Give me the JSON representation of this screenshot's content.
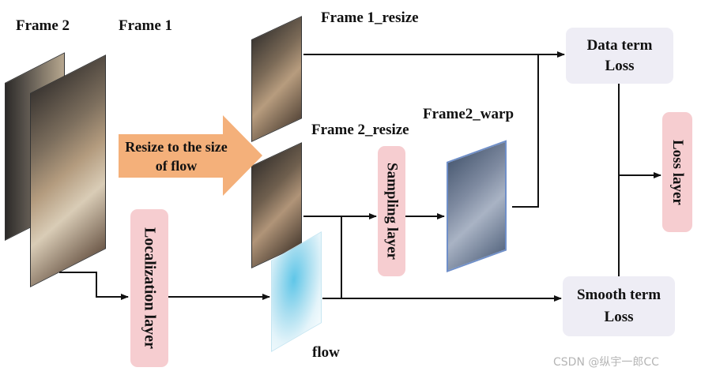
{
  "labels": {
    "frame2": "Frame 2",
    "frame1": "Frame 1",
    "frame1_resize": "Frame 1_resize",
    "frame2_resize": "Frame 2_resize",
    "frame2_warp": "Frame2_warp",
    "flow": "flow"
  },
  "nodes": {
    "resize": "Resize to the size of flow",
    "localization": "Localization layer",
    "sampling": "Sampling layer",
    "data_term_loss": "Data term Loss",
    "smooth_term_loss": "Smooth term Loss",
    "loss_layer": "Loss layer"
  },
  "watermark": "CSDN @纵宇一郎CC",
  "colors": {
    "arrow_orange": "#f4b07a",
    "lavender_box": "#eeedf5",
    "pink_box": "#f6cdd0",
    "warp_border": "#6f8fc9"
  }
}
